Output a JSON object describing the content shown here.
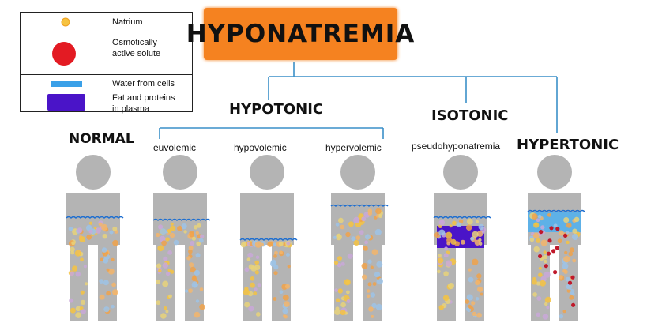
{
  "legend": {
    "items": [
      {
        "label": "Natrium",
        "symbol": "natrium-dot",
        "color": "#f6c341"
      },
      {
        "label": "Osmotically\nactive solute",
        "symbol": "solute-circle",
        "color": "#e31b23"
      },
      {
        "label": "Water from cells",
        "symbol": "water-bar",
        "color": "#3aa0e8"
      },
      {
        "label": "Fat and proteins\nin plasma",
        "symbol": "fat-protein-box",
        "color": "#4a14c8"
      }
    ]
  },
  "title": "HYPONATREMIA",
  "categories": {
    "normal": "NORMAL",
    "hypotonic": "HYPOTONIC",
    "isotonic": "ISOTONIC",
    "hypertonic": "HYPERTONIC"
  },
  "subtypes": {
    "euvolemic": "euvolemic",
    "hypovolemic": "hypovolemic",
    "hypervolemic": "hypervolemic",
    "pseudo": "pseudohyponatremia"
  },
  "colors": {
    "title_bg": "#f58220",
    "connector": "#3a8fc8",
    "figure": "#b4b4b4",
    "water_line": "#1f6fd0"
  }
}
